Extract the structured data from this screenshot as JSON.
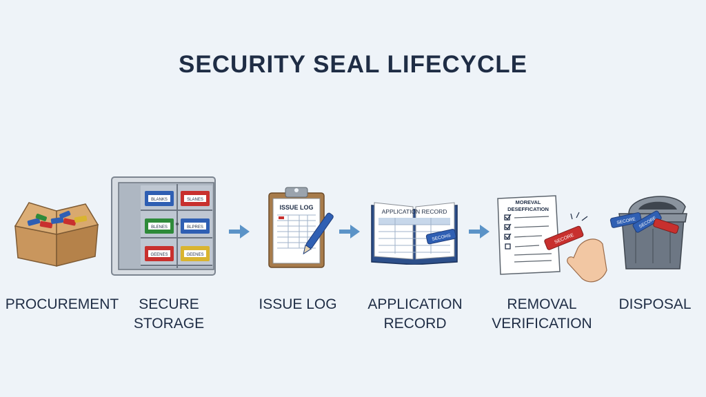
{
  "title": "SECURITY SEAL LIFECYCLE",
  "stages": [
    {
      "id": "procurement",
      "lines": [
        "PROCUREMENT"
      ]
    },
    {
      "id": "secure-storage",
      "lines": [
        "SECURE",
        "STORAGE"
      ],
      "bins": [
        "BLANKS",
        "SLANES",
        "BLENES",
        "BLPRES",
        "GEENES",
        "GEENES"
      ]
    },
    {
      "id": "issue-log",
      "lines": [
        "ISSUE LOG"
      ],
      "doc_title": "ISSUE LOG"
    },
    {
      "id": "application-record",
      "lines": [
        "APPLICATION",
        "RECORD"
      ],
      "doc_title": "APPLICATION RECORD",
      "seal_text": "SECOHS"
    },
    {
      "id": "removal-verification",
      "lines": [
        "REMOVAL",
        "VERIFICATION"
      ],
      "doc_title": [
        "MOREVAL",
        "DESEFFICATION"
      ],
      "seal_text": "SECORE"
    },
    {
      "id": "disposal",
      "lines": [
        "DISPOSAL"
      ],
      "seal_texts": [
        "SECORE",
        "SECORE"
      ]
    }
  ],
  "colors": {
    "text": "#1f2d45",
    "arrow": "#5b93c7",
    "seal_blue": "#2f5fb3",
    "seal_red": "#c8302e",
    "seal_green": "#2e8a3a",
    "seal_yellow": "#d9b430"
  }
}
